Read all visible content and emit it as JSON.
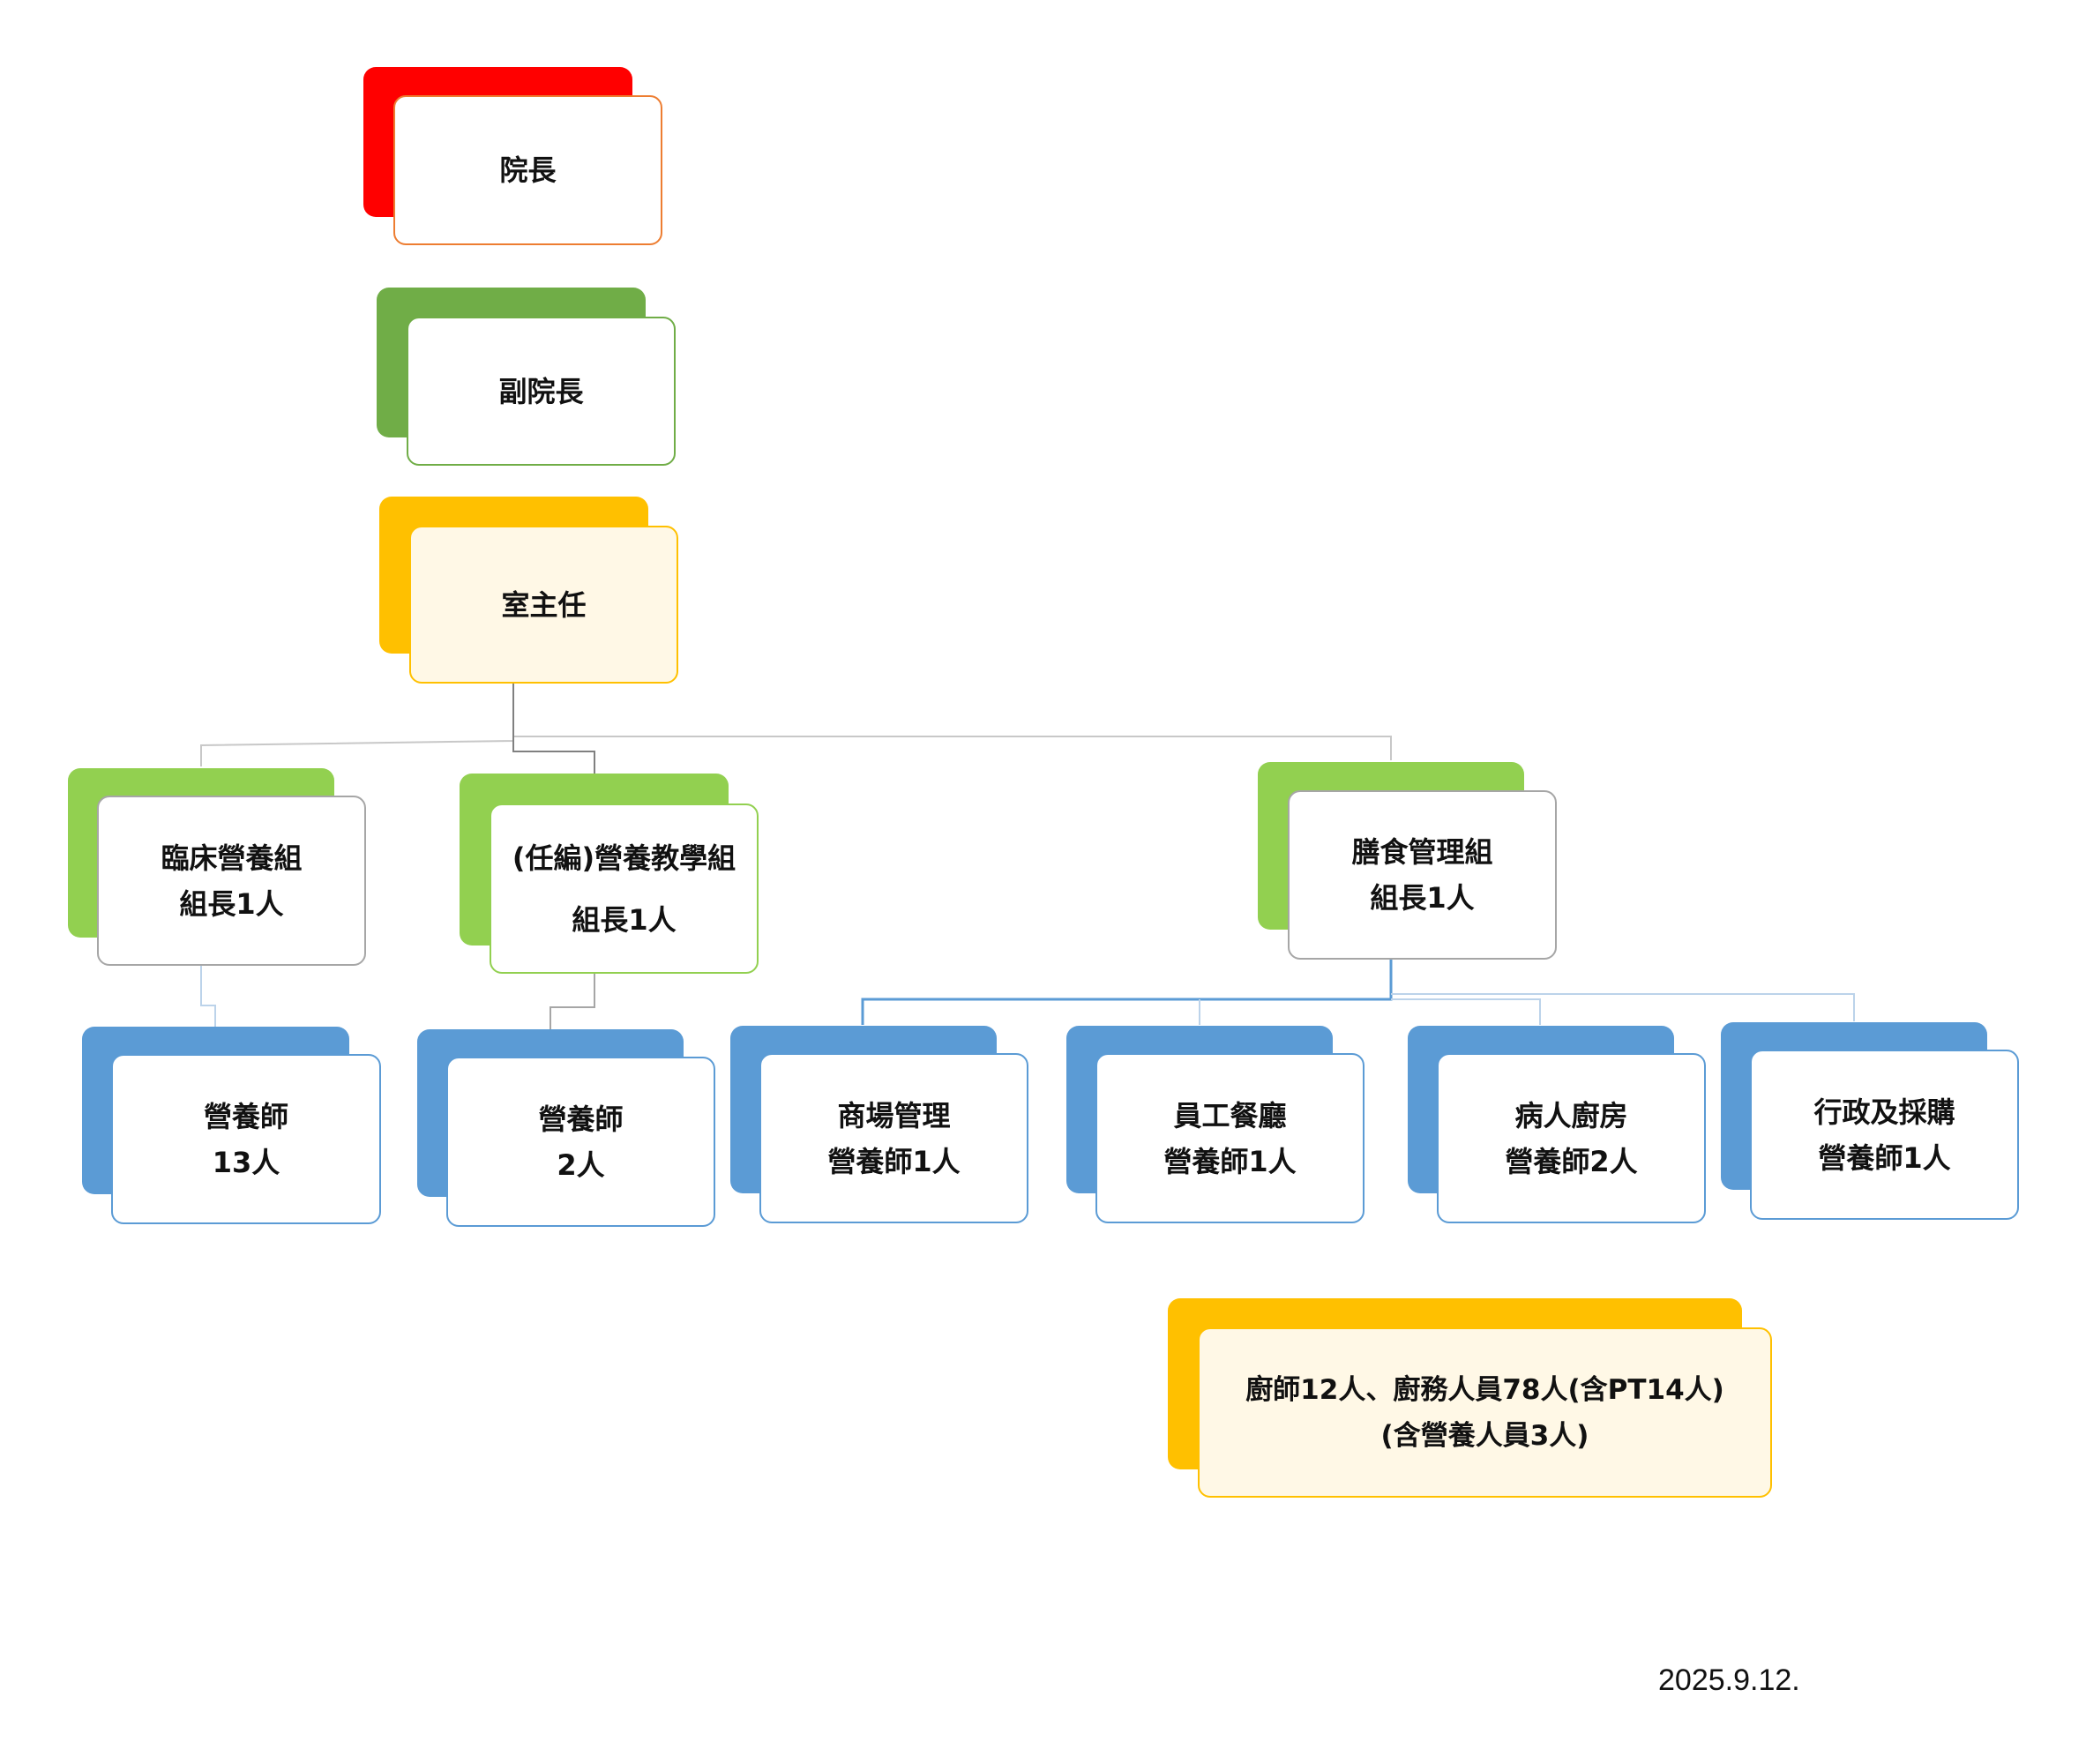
{
  "colors": {
    "red": "#ff0000",
    "dark_green": "#70ad47",
    "light_green": "#92d050",
    "amber": "#ffc000",
    "blue": "#5b9bd5",
    "orange_border": "#ed7d31",
    "cream": "#fff8e6",
    "gray_border": "#a6a6a6",
    "blue_border": "#5b9bd5"
  },
  "nodes": {
    "president": {
      "lines": [
        "院長"
      ]
    },
    "vice_president": {
      "lines": [
        "副院長"
      ]
    },
    "director": {
      "lines": [
        "室主任"
      ]
    },
    "clinical_group": {
      "lines": [
        "臨床營養組",
        "組長1人"
      ]
    },
    "teaching_group": {
      "lines": [
        "(任編)營養教學組",
        "組長1人"
      ]
    },
    "meal_group": {
      "lines": [
        "膳食管理組",
        "組長1人"
      ]
    },
    "clinical_dietitians": {
      "lines": [
        "營養師",
        "13人"
      ]
    },
    "teaching_dietitians": {
      "lines": [
        "營養師",
        "2人"
      ]
    },
    "mall_management": {
      "lines": [
        "商場管理",
        "營養師1人"
      ]
    },
    "staff_cafeteria": {
      "lines": [
        "員工餐廳",
        "營養師1人"
      ]
    },
    "patient_kitchen": {
      "lines": [
        "病人廚房",
        "營養師2人"
      ]
    },
    "admin_purchasing": {
      "lines": [
        "行政及採購",
        "營養師1人"
      ]
    },
    "kitchen_staff": {
      "lines": [
        "廚師12人、廚務人員78人(含PT14人)",
        "(含營養人員3人)"
      ]
    }
  },
  "date": "2025.9.12."
}
